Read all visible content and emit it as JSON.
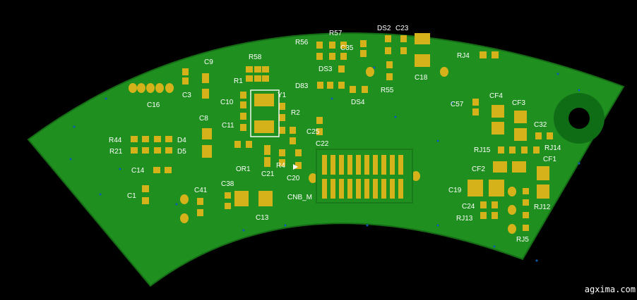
{
  "watermark": "agxima.com",
  "colors": {
    "background": "#000000",
    "board": "#1f8f1f",
    "board_edge": "#156b15",
    "pad": "#d6b21a",
    "silkscreen": "#ffffff",
    "mount_ring": "#0f6d16",
    "via": "#0d5ab8"
  },
  "designators": [
    "R56",
    "R57",
    "DS2",
    "C23",
    "R58",
    "C9",
    "C35",
    "RJ4",
    "DS3",
    "C18",
    "R1",
    "Y1",
    "C3",
    "C10",
    "D83",
    "DS4",
    "R55",
    "C16",
    "C11",
    "R2",
    "C57",
    "CF4",
    "CF3",
    "C8",
    "C25",
    "C32",
    "R44",
    "D4",
    "R21",
    "D5",
    "C22",
    "RJ15",
    "RJ14",
    "CF1",
    "C14",
    "OR1",
    "C21",
    "R4",
    "C20",
    "CF2",
    "C1",
    "C38",
    "C41",
    "CNB_M",
    "C19",
    "C13",
    "C24",
    "RJ12",
    "RJ13",
    "RJ5"
  ]
}
